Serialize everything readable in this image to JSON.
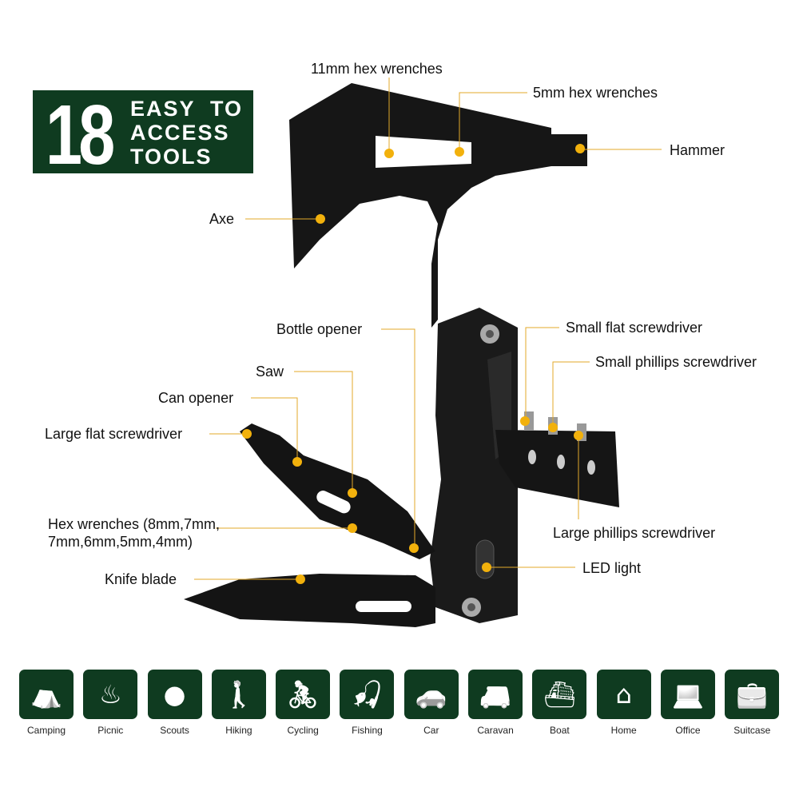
{
  "badge": {
    "number": "18",
    "text": "EASY  TO\nACCESS\nTOOLS"
  },
  "colors": {
    "green": "#0f3b20",
    "dot": "#f2b10c",
    "tool": "#141414"
  },
  "labels": {
    "hex11": "11mm hex wrenches",
    "hex5": "5mm hex wrenches",
    "hammer": "Hammer",
    "axe": "Axe",
    "bottle": "Bottle opener",
    "saw": "Saw",
    "can": "Can opener",
    "large_flat": "Large flat screwdriver",
    "hex_multi_1": "Hex wrenches (8mm,7mm,",
    "hex_multi_2": "7mm,6mm,5mm,4mm)",
    "knife": "Knife blade",
    "small_flat": "Small flat screwdriver",
    "small_phillips": "Small phillips screwdriver",
    "large_phillips": "Large phillips screwdriver",
    "led": "LED light"
  },
  "uses": [
    {
      "label": "Camping",
      "icon": "tent-icon"
    },
    {
      "label": "Picnic",
      "icon": "grill-icon"
    },
    {
      "label": "Scouts",
      "icon": "person-icon"
    },
    {
      "label": "Hiking",
      "icon": "hiker-icon"
    },
    {
      "label": "Cycling",
      "icon": "cyclist-icon"
    },
    {
      "label": "Fishing",
      "icon": "fisherman-icon"
    },
    {
      "label": "Car",
      "icon": "car-icon"
    },
    {
      "label": "Caravan",
      "icon": "van-icon"
    },
    {
      "label": "Boat",
      "icon": "boat-icon"
    },
    {
      "label": "Home",
      "icon": "house-icon"
    },
    {
      "label": "Office",
      "icon": "desk-icon"
    },
    {
      "label": "Suitcase",
      "icon": "briefcase-icon"
    }
  ]
}
